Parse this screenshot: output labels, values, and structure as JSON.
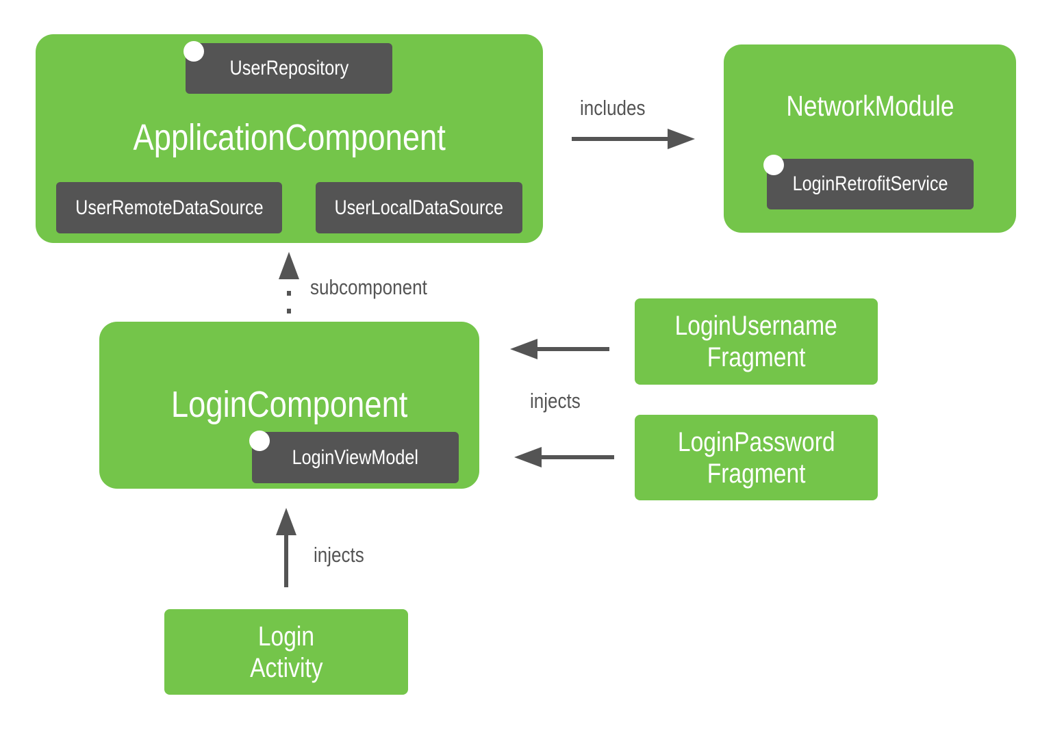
{
  "colors": {
    "component": "#74c54a",
    "binding": "#545454",
    "arrow": "#545454",
    "text_on_green": "#ffffff"
  },
  "application_component": {
    "title": "ApplicationComponent",
    "bindings": {
      "top": "UserRepository",
      "left": "UserRemoteDataSource",
      "right": "UserLocalDataSource"
    }
  },
  "network_module": {
    "title": "NetworkModule",
    "binding": "LoginRetrofitService"
  },
  "login_component": {
    "title": "LoginComponent",
    "binding": "LoginViewModel"
  },
  "login_username_fragment": {
    "line1": "LoginUsername",
    "line2": "Fragment"
  },
  "login_password_fragment": {
    "line1": "LoginPassword",
    "line2": "Fragment"
  },
  "login_activity": {
    "line1": "Login",
    "line2": "Activity"
  },
  "edges": {
    "includes": "includes",
    "subcomponent": "subcomponent",
    "injects_fragments": "injects",
    "injects_activity": "injects"
  }
}
